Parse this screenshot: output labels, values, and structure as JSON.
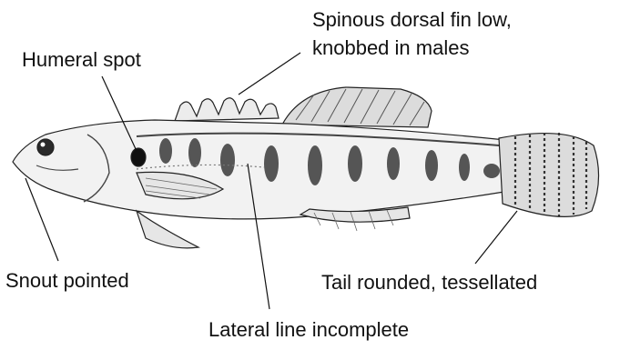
{
  "labels": {
    "dorsal_line1": "Spinous dorsal fin low,",
    "dorsal_line2": "knobbed in males",
    "humeral": "Humeral spot",
    "snout": "Snout pointed",
    "tail": "Tail rounded, tessellated",
    "lateral": "Lateral line incomplete"
  },
  "colors": {
    "ink": "#111111",
    "body_fill": "#f2f2f2",
    "band": "#3a3a3a",
    "fin_fill": "#e6e6e6"
  }
}
